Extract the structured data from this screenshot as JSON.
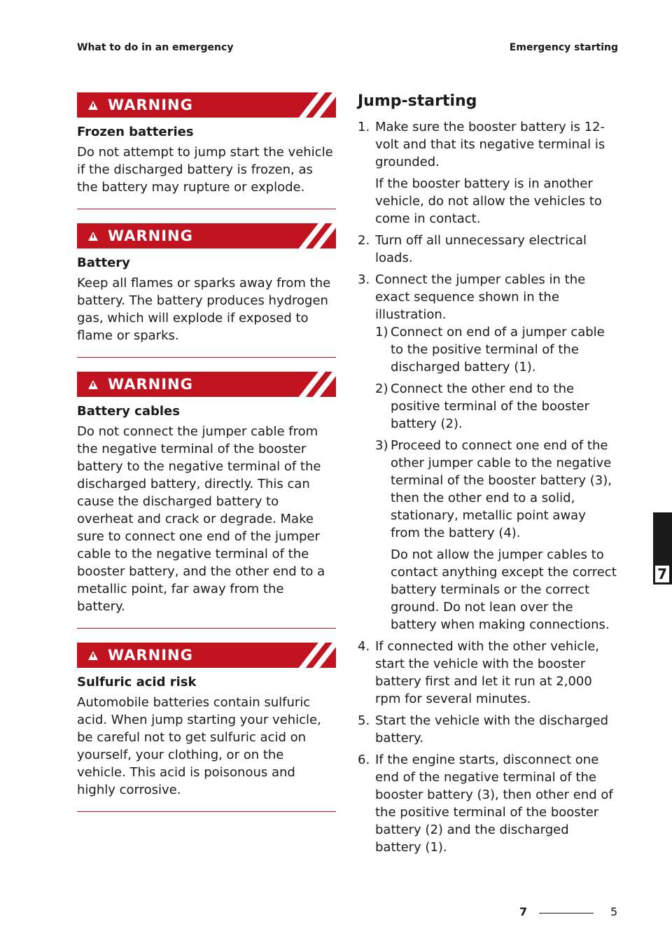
{
  "header": {
    "left": "What to do in an emergency",
    "right": "Emergency starting"
  },
  "warnings": [
    {
      "label": "WARNING",
      "title": "Frozen batteries",
      "body": "Do not attempt to jump start the vehicle if the discharged battery is frozen, as the battery may rupture or explode."
    },
    {
      "label": "WARNING",
      "title": "Battery",
      "body": "Keep all flames or sparks away from the battery. The battery produces hydrogen gas, which will explode if exposed to flame or sparks."
    },
    {
      "label": "WARNING",
      "title": "Battery cables",
      "body": "Do not connect the jumper cable from the negative terminal of the booster battery to the negative terminal of the discharged battery, directly. This can cause the discharged battery to overheat and crack or degrade. Make sure to connect one end of the jumper cable to the negative terminal of the booster battery, and the other end to a metallic point, far away from the battery."
    },
    {
      "label": "WARNING",
      "title": "Sulfuric acid risk",
      "body": "Automobile batteries contain sulfuric acid. When jump starting your vehicle, be careful not to get sulfuric acid on yourself, your clothing, or on the vehicle. This acid is poisonous and highly corrosive."
    }
  ],
  "jump": {
    "title": "Jump-starting",
    "steps": [
      {
        "num": "1.",
        "text": "Make sure the booster battery is 12-volt and that its negative terminal is grounded.",
        "note": "If the booster battery is in another vehicle, do not allow the vehicles to come in contact."
      },
      {
        "num": "2.",
        "text": "Turn off all unnecessary electrical loads."
      },
      {
        "num": "3.",
        "text": "Connect the jumper cables in the exact sequence shown in the illustration."
      },
      {
        "num": "4.",
        "text": "If connected with the other vehicle, start the vehicle with the booster battery first and let it run at 2,000 rpm for several minutes."
      },
      {
        "num": "5.",
        "text": "Start the vehicle with the discharged battery."
      },
      {
        "num": "6.",
        "text": "If the engine starts, disconnect one end of the negative terminal of the booster battery (3), then other end of the positive terminal of the booster battery (2) and the discharged battery (1)."
      }
    ],
    "substeps": [
      {
        "num": "1)",
        "text": "Connect on end of a jumper cable to the positive terminal of the discharged battery (1)."
      },
      {
        "num": "2)",
        "text": "Connect the other end to the positive terminal of the booster battery (2)."
      },
      {
        "num": "3)",
        "text": "Proceed to connect one end of the other jumper cable to the negative terminal of the booster battery (3), then the other end to a solid, stationary, metallic point away from the battery (4).",
        "note": "Do not allow the jumper cables to contact anything except the correct battery terminals or the correct ground. Do not lean over the battery when making connections."
      }
    ]
  },
  "chapter_tab": "7",
  "footer": {
    "chapter": "7",
    "page": "5"
  }
}
